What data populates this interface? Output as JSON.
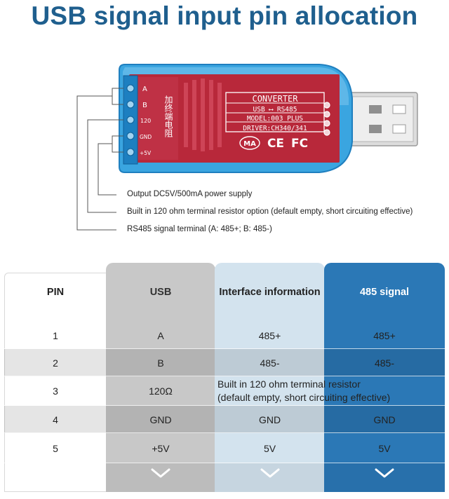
{
  "title": "USB signal input pin allocation",
  "device": {
    "board_label": "CONVERTER",
    "line2": "USB ⟷ RS485",
    "line3": "MODEL:003 PLUS",
    "line4": "DRIVER:CH340/341",
    "cert_ma": "MA",
    "cert_ce": "CE",
    "cert_fc": "FC",
    "pins": [
      "A",
      "B",
      "120",
      "GND",
      "+5V"
    ],
    "chinese_label": "加终端电阻",
    "colors": {
      "case": "#3aa5e0",
      "pcb": "#b8283a",
      "connector": "#d9d9d9",
      "terminal": "#1d7fc0"
    }
  },
  "callouts": [
    "Output DC5V/500mA power supply",
    "Built in 120 ohm terminal resistor option (default empty, short circuiting effective)",
    "RS485 signal terminal (A: 485+; B: 485-)"
  ],
  "table": {
    "headers": [
      "PIN",
      "USB",
      "Interface information",
      "485 signal"
    ],
    "rows": [
      {
        "pin": "1",
        "usb": "A",
        "info": "485+",
        "signal": "485+"
      },
      {
        "pin": "2",
        "usb": "B",
        "info": "485-",
        "signal": "485-"
      },
      {
        "pin": "3",
        "usb": "120Ω",
        "info_wide_1": "Built in 120 ohm terminal resistor",
        "info_wide_2": "(default empty, short circuiting effective)"
      },
      {
        "pin": "4",
        "usb": "GND",
        "info": "GND",
        "signal": "GND"
      },
      {
        "pin": "5",
        "usb": "+5V",
        "info": "5V",
        "signal": "5V"
      }
    ],
    "colors": {
      "usb_col": "#c8c8c8",
      "info_col": "#d3e3ee",
      "signal_col": "#2b78b6"
    }
  }
}
